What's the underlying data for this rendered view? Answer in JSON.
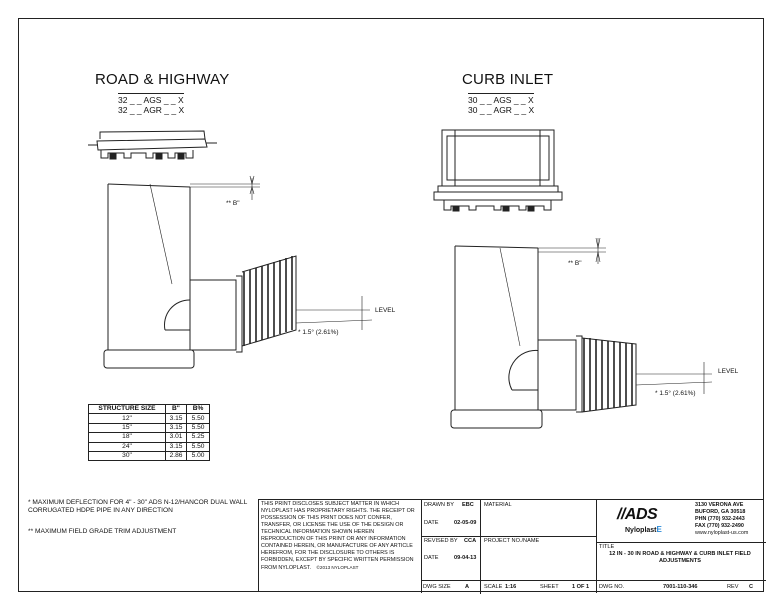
{
  "left_view": {
    "title": "ROAD & HIGHWAY",
    "model_1": "32 _ _ AGS _ _ X",
    "model_2": "32 _ _ AGR _ _ X",
    "b_label": "** B\"",
    "level_label": "LEVEL",
    "deflection_label": "* 1.5° (2.61%)"
  },
  "right_view": {
    "title": "CURB INLET",
    "model_1": "30 _ _ AGS _ _ X",
    "model_2": "30 _ _ AGR _ _ X",
    "b_label": "** B\"",
    "level_label": "LEVEL",
    "deflection_label": "* 1.5° (2.61%)"
  },
  "structure_table": {
    "headers": [
      "STRUCTURE SIZE",
      "B\"",
      "B%"
    ],
    "rows": [
      [
        "12\"",
        "3.15",
        "5.50"
      ],
      [
        "15\"",
        "3.15",
        "5.50"
      ],
      [
        "18\"",
        "3.01",
        "5.25"
      ],
      [
        "24\"",
        "3.15",
        "5.50"
      ],
      [
        "30\"",
        "2.86",
        "5.00"
      ]
    ]
  },
  "notes": {
    "note_1": "* MAXIMUM DEFLECTION FOR 4\" - 30\" ADS N-12/HANCOR DUAL WALL CORRUGATED HDPE PIPE IN ANY DIRECTION",
    "note_2": "** MAXIMUM FIELD GRADE TRIM ADJUSTMENT"
  },
  "title_block": {
    "disclaimer": "THIS PRINT DISCLOSES SUBJECT MATTER IN WHICH NYLOPLAST HAS PROPRIETARY RIGHTS. THE RECEIPT OR POSSESSION OF THIS PRINT DOES NOT CONFER, TRANSFER, OR LICENSE THE USE OF THE DESIGN OR TECHNICAL INFORMATION SHOWN HEREIN REPRODUCTION OF THIS PRINT OR ANY INFORMATION CONTAINED HEREIN, OR MANUFACTURE OF ANY ARTICLE HEREFROM, FOR THE DISCLOSURE TO OTHERS IS FORBIDDEN, EXCEPT BY SPECIFIC WRITTEN PERMISSION FROM NYLOPLAST.",
    "copyright": "©2013 NYLOPLAST",
    "drawn_by_label": "DRAWN BY",
    "drawn_by": "EBC",
    "date_label_1": "DATE",
    "date_1": "02-05-09",
    "revised_by_label": "REVISED BY",
    "revised_by": "CCA",
    "date_label_2": "DATE",
    "date_2": "09-04-13",
    "material_label": "MATERIAL",
    "project_label": "PROJECT NO./NAME",
    "dwg_size_label": "DWG SIZE",
    "dwg_size": "A",
    "scale_label": "SCALE",
    "scale": "1:16",
    "sheet_label": "SHEET",
    "sheet": "1 OF 1",
    "dwg_no_label": "DWG NO.",
    "dwg_no": "7001-110-346",
    "rev_label": "REV",
    "rev": "C",
    "title_label": "TITLE",
    "title_text": "12 IN - 30 IN ROAD & HIGHWAY & CURB INLET FIELD ADJUSTMENTS",
    "logo_ads": "ADS",
    "logo_nyloplast": "Nyloplast",
    "address_1": "3130 VERONA AVE",
    "address_2": "BUFORD, GA 30518",
    "phone": "PHN (770) 932-2443",
    "fax": "FAX (770) 932-2490",
    "web": "www.nyloplast-us.com"
  }
}
